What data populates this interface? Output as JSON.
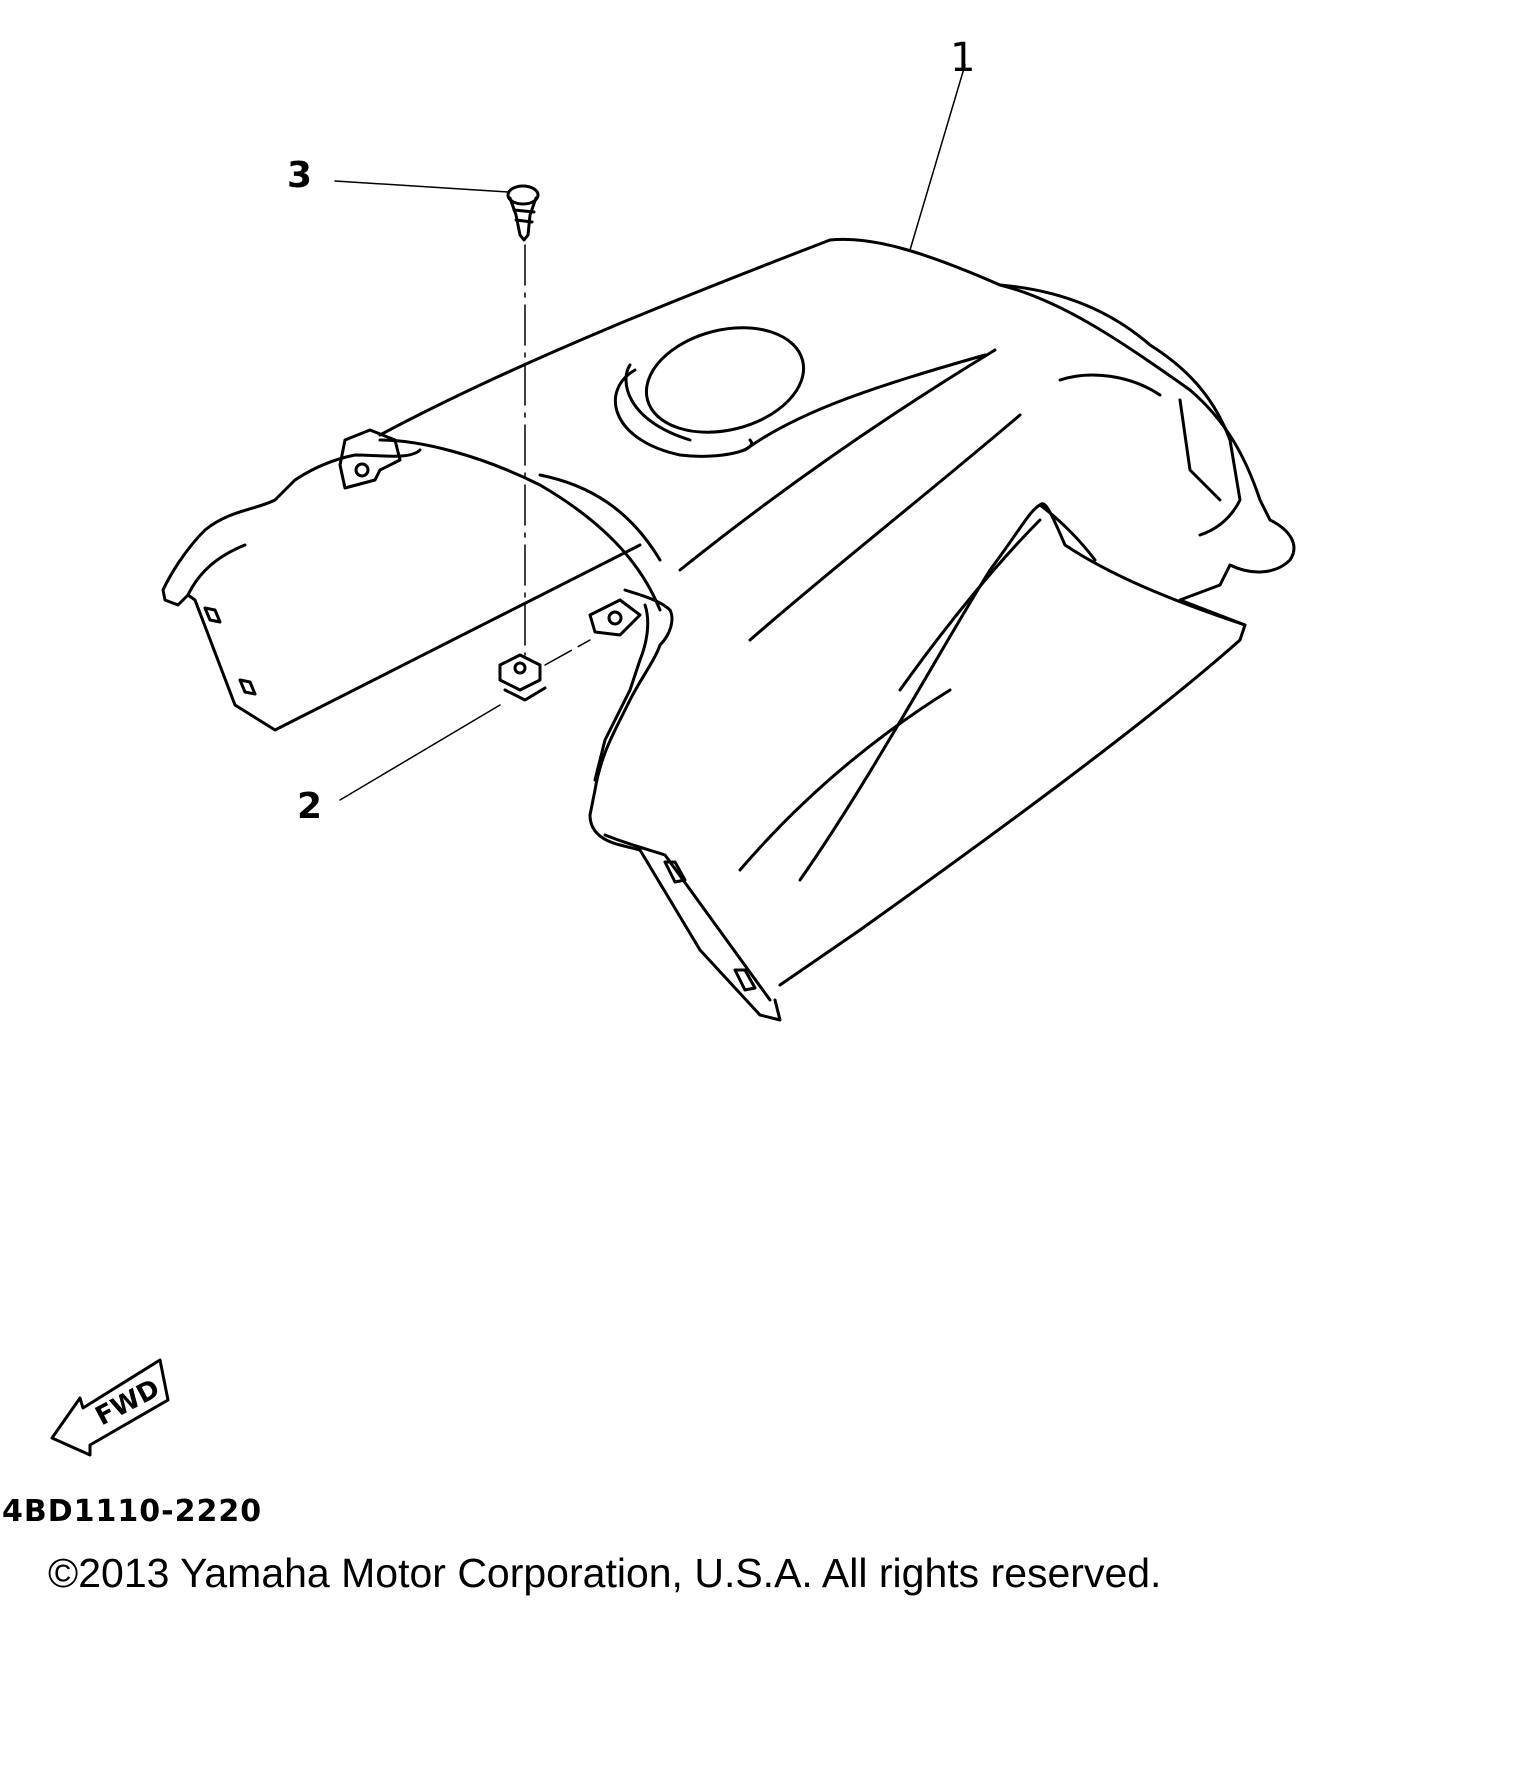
{
  "callouts": {
    "part_1": "1",
    "part_2": "2",
    "part_3": "3"
  },
  "fwd_indicator": {
    "label": "FWD",
    "icon": "forward-arrow-icon"
  },
  "diagram_code": "4BD1110-2220",
  "copyright": "©2013 Yamaha Motor Corporation, U.S.A. All rights reserved.",
  "colors": {
    "line": "#000000",
    "background": "#ffffff"
  }
}
